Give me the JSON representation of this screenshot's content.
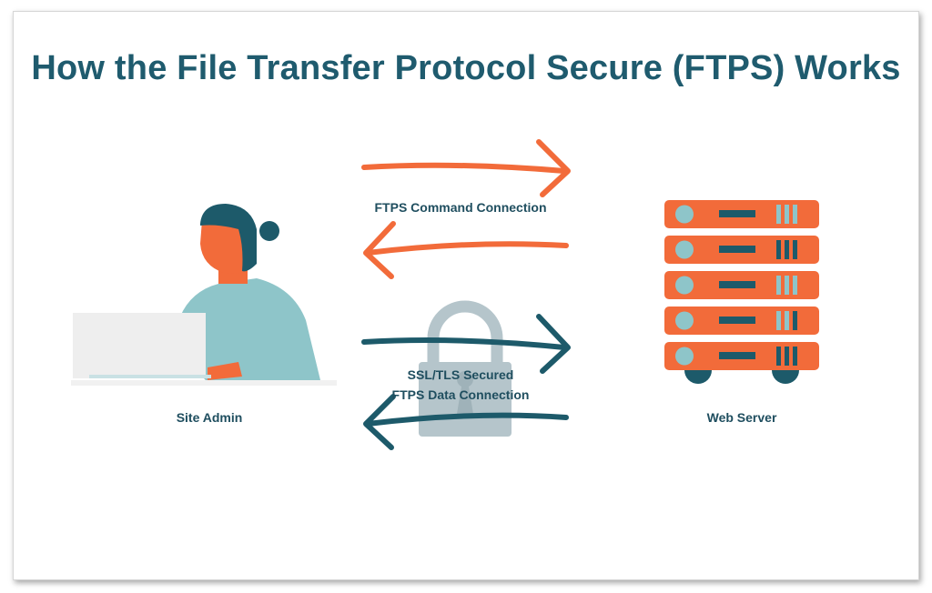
{
  "title": "How the File Transfer Protocol Secure (FTPS) Works",
  "labels": {
    "site_admin": "Site Admin",
    "web_server": "Web Server",
    "command_connection": "FTPS Command Connection",
    "data_connection_line1": "SSL/TLS Secured",
    "data_connection_line2": "FTPS Data Connection"
  },
  "icons": {
    "person": "person-at-laptop-icon",
    "server": "server-rack-icon",
    "lock": "padlock-icon"
  },
  "colors": {
    "title": "#1f5b6e",
    "text": "#1f4e5f",
    "orange": "#f26b3a",
    "teal_dark": "#1d5a6a",
    "teal_light": "#8ec5c9",
    "lock_gray": "#b5c5cb",
    "laptop": "#eeeeee"
  }
}
